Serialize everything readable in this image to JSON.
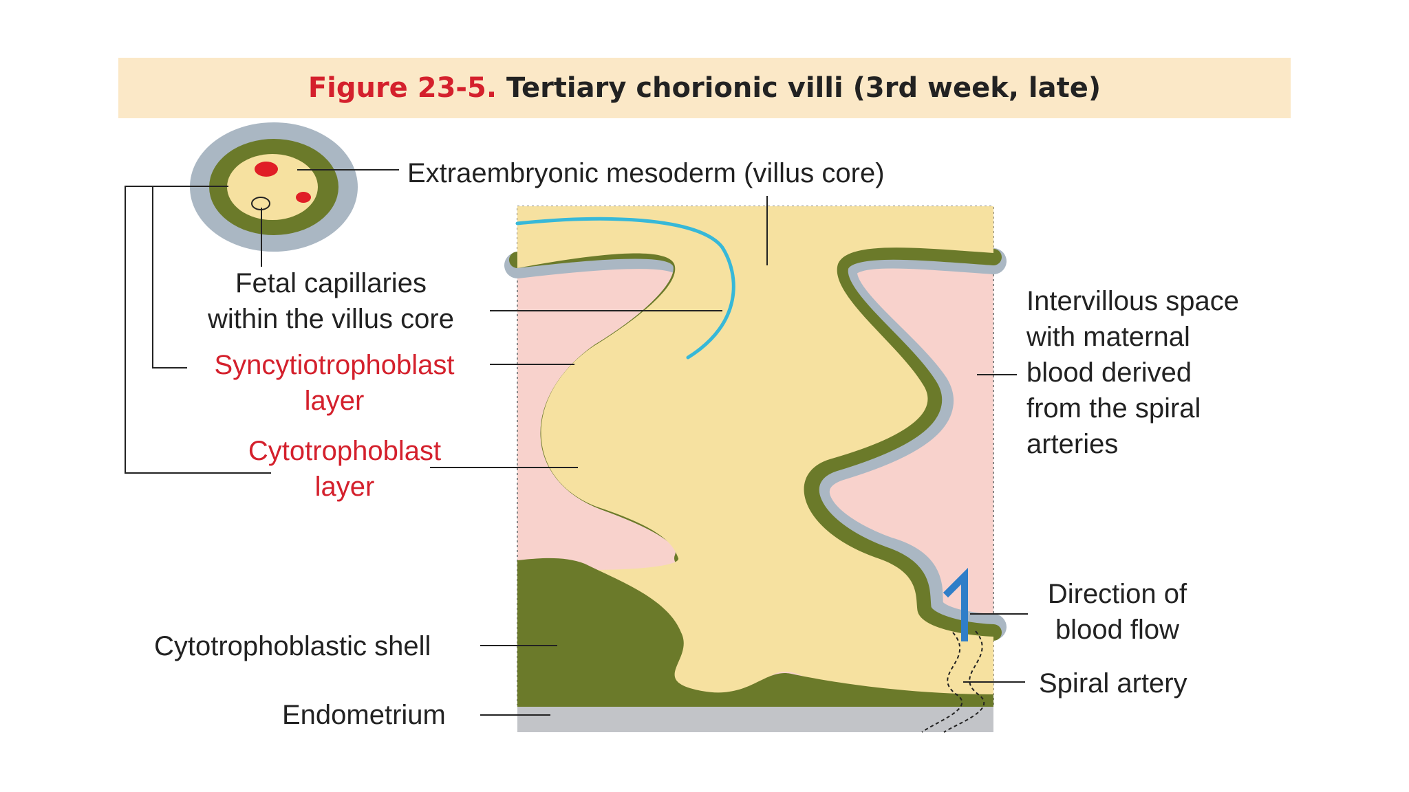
{
  "figure": {
    "number": "Figure 23-5.",
    "title": "Tertiary chorionic villi (3rd week, late)"
  },
  "labels": {
    "extraembryonic_mesoderm": "Extraembryonic mesoderm (villus core)",
    "fetal_capillaries": [
      "Fetal capillaries",
      "within the villus core"
    ],
    "syncytiotrophoblast": [
      "Syncytiotrophoblast",
      "layer"
    ],
    "cytotrophoblast": [
      "Cytotrophoblast",
      "layer"
    ],
    "cytotrophoblastic_shell": "Cytotrophoblastic shell",
    "endometrium": "Endometrium",
    "intervillous_space": [
      "Intervillous space",
      "with maternal",
      "blood derived",
      "from the spiral",
      "arteries"
    ],
    "direction_of_flow": [
      "Direction of",
      "blood flow"
    ],
    "spiral_artery": "Spiral artery"
  },
  "colors": {
    "title_band": "#fbe8c7",
    "figure_number": "#d4202c",
    "title_text": "#222222",
    "villus_core": "#f6e1a0",
    "cytotrophoblast": "#6b7a2a",
    "syncytiotrophoblast": "#aab7c3",
    "intervillous_space": "#f8d2cc",
    "endometrium": "#c2c4c8",
    "capillary": "#e01e26",
    "vessel_cyan": "#37b8d8",
    "flow_arrow": "#2f7ec8",
    "red_label": "#d4202c"
  }
}
